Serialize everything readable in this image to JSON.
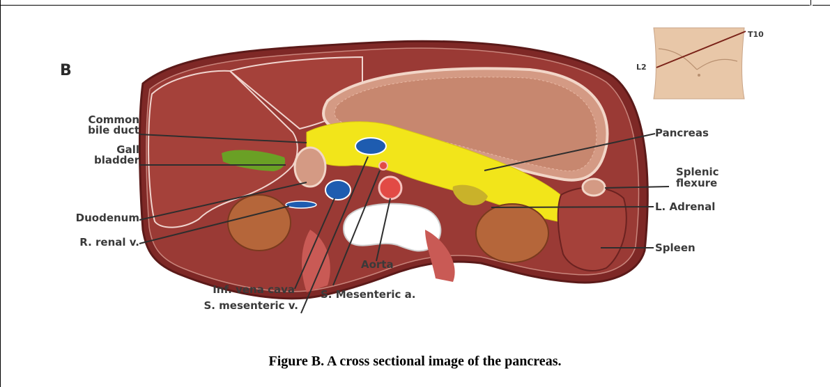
{
  "figure": {
    "panel_letter": "B",
    "inset": {
      "upper_label": "T10",
      "lower_label": "L2"
    },
    "labels": {
      "common_bile_duct_1": "Common",
      "common_bile_duct_2": "bile duct",
      "gall_bladder_1": "Gall",
      "gall_bladder_2": "bladder",
      "duodenum": "Duodenum",
      "r_renal_v": "R. renal v.",
      "inf_vena_cava": "Inf. vena cava",
      "s_mesenteric_v": "S. mesenteric v.",
      "aorta": "Aorta",
      "s_mesenteric_a": "S. Mesenteric a.",
      "pancreas": "Pancreas",
      "splenic_flexure_1": "Splenic",
      "splenic_flexure_2": "flexure",
      "l_adrenal": "L. Adrenal",
      "spleen": "Spleen"
    },
    "caption": "Figure B.  A cross sectional image of the pancreas.",
    "colors": {
      "liver": "#a5413a",
      "body_wall": "#8a2e2c",
      "pancreas": "#f2e51a",
      "vessel_blue": "#1e5cb0",
      "aorta_red": "#e24a45",
      "stomach": "#d49a84",
      "kidney": "#b5663a",
      "vertebra": "#ffffff",
      "skin": "#e8c7a8"
    }
  }
}
